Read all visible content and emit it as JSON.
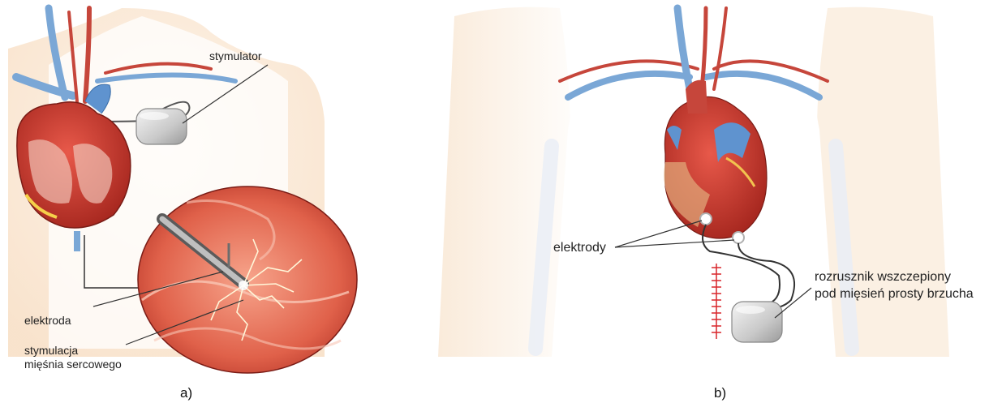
{
  "panel_a": {
    "caption": "a)",
    "labels": {
      "stimulator": "stymulator",
      "electrode": "elektroda",
      "stimulation_line1": "stymulacja",
      "stimulation_line2": "mięśnia sercowego"
    }
  },
  "panel_b": {
    "caption": "b)",
    "labels": {
      "electrodes": "elektrody",
      "implant_line1": "rozrusznik wszczepiony",
      "implant_line2": "pod mięsień prosty brzucha"
    }
  },
  "colors": {
    "skin": "#f8e3cc",
    "vein": "#7aa7d6",
    "artery": "#c6463b",
    "heart": "#c9382e",
    "device": "#d4d4d4",
    "suture": "#d9262a"
  }
}
